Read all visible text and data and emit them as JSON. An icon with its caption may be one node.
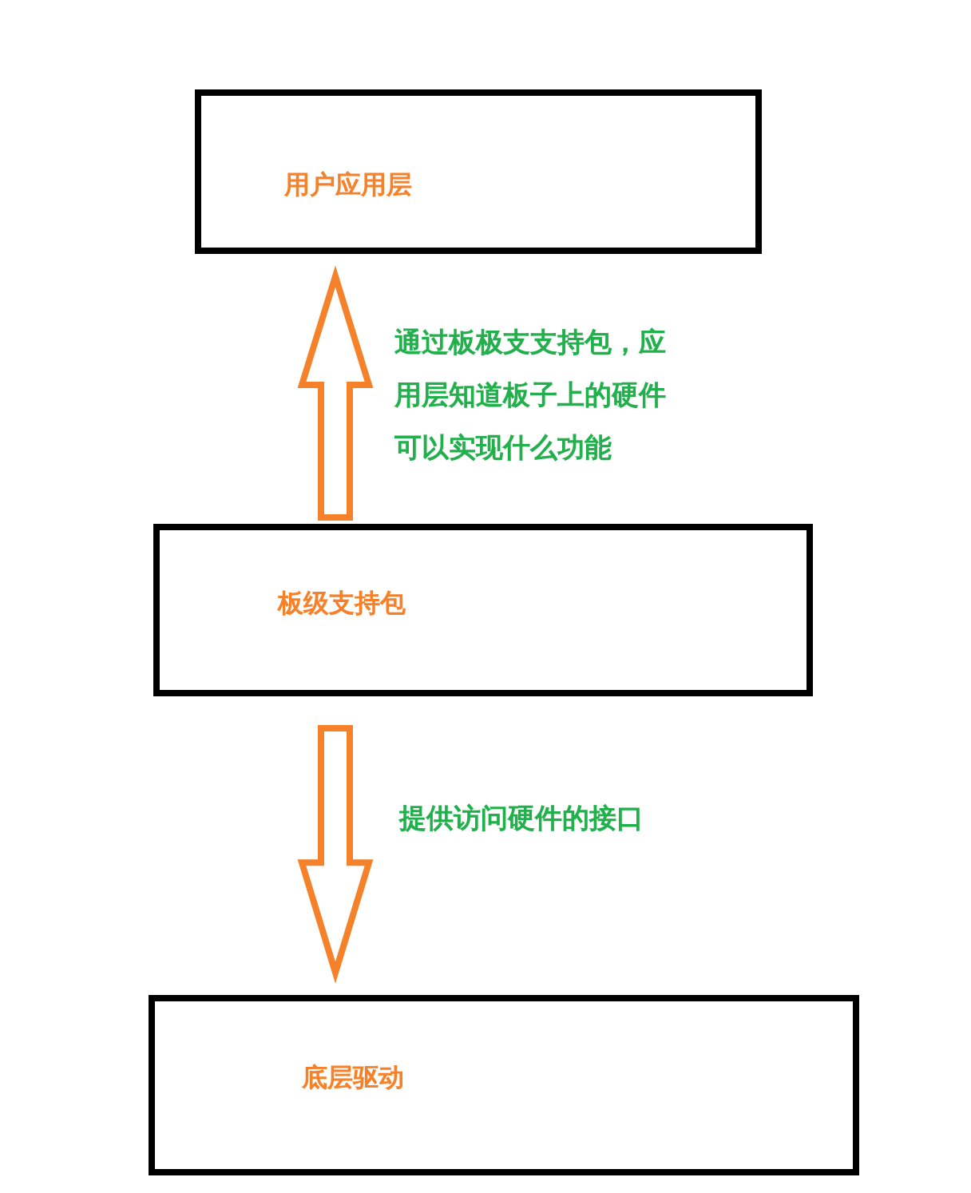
{
  "diagram": {
    "nodes": [
      {
        "text": [
          "用户应用层"
        ]
      },
      {
        "text": [
          "板级支持包"
        ]
      },
      {
        "text": [
          "底层驱动"
        ]
      }
    ],
    "edges": [
      {
        "from": 1,
        "to": 0,
        "arrow": "to",
        "label": "通过板极支支持包，应用层知道板子上的硬件可以实现什么功能",
        "color": "#f5822a",
        "style": "thick"
      },
      {
        "from": 1,
        "to": 2,
        "arrow": "to",
        "label": "提供访问硬件的接口",
        "color": "#f5822a",
        "style": "thick"
      }
    ]
  }
}
